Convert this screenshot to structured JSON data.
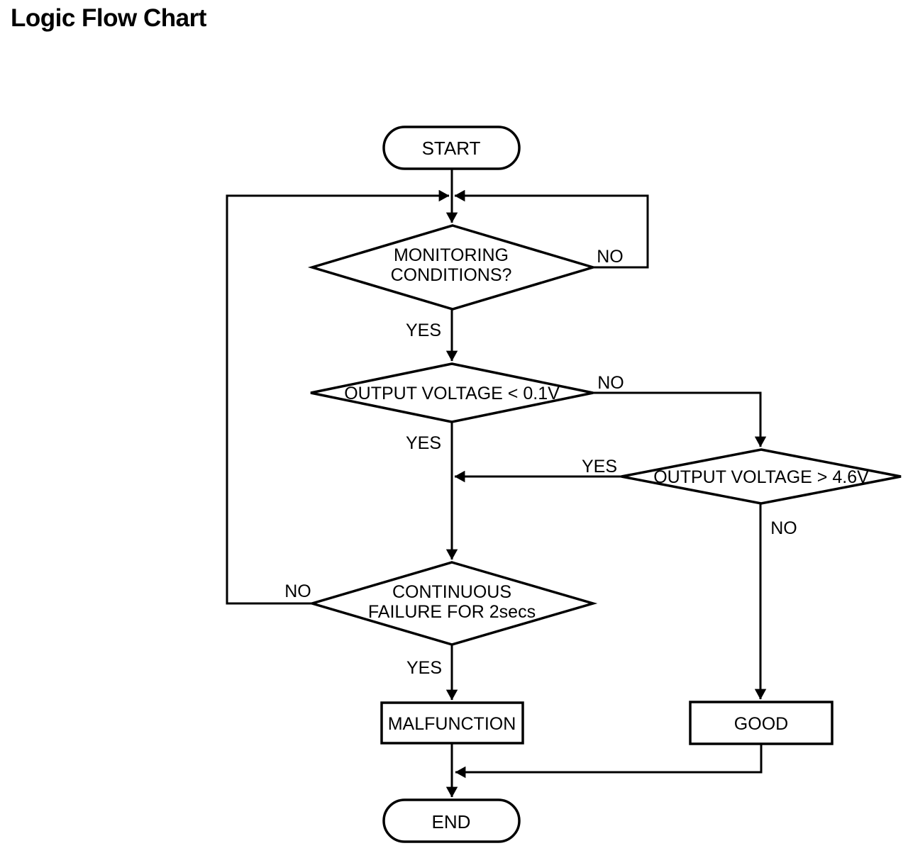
{
  "title": "Logic Flow Chart",
  "colors": {
    "line": "#000000",
    "text": "#000000",
    "background": "#ffffff",
    "shape_fill": "#ffffff"
  },
  "flowchart": {
    "nodes": {
      "start": {
        "type": "terminator",
        "lines": [
          "START"
        ]
      },
      "monitoring": {
        "type": "decision",
        "lines": [
          "MONITORING",
          "CONDITIONS?"
        ]
      },
      "voltage_low": {
        "type": "decision",
        "lines": [
          "OUTPUT VOLTAGE < 0.1V"
        ]
      },
      "voltage_high": {
        "type": "decision",
        "lines": [
          "OUTPUT VOLTAGE > 4.6V"
        ]
      },
      "continuous": {
        "type": "decision",
        "lines": [
          "CONTINUOUS",
          "FAILURE FOR 2secs"
        ]
      },
      "malfunction": {
        "type": "process",
        "lines": [
          "MALFUNCTION"
        ]
      },
      "good": {
        "type": "process",
        "lines": [
          "GOOD"
        ]
      },
      "end": {
        "type": "terminator",
        "lines": [
          "END"
        ]
      }
    },
    "edges": [
      {
        "from": "monitoring",
        "to": "entry-junction",
        "label": "NO"
      },
      {
        "from": "monitoring",
        "to": "voltage_low",
        "label": "YES"
      },
      {
        "from": "voltage_low",
        "to": "voltage_high",
        "label": "NO"
      },
      {
        "from": "voltage_low",
        "to": "continuous",
        "label": "YES"
      },
      {
        "from": "voltage_high",
        "to": "main-line",
        "label": "YES"
      },
      {
        "from": "voltage_high",
        "to": "good",
        "label": "NO"
      },
      {
        "from": "continuous",
        "to": "entry-junction",
        "label": "NO"
      },
      {
        "from": "continuous",
        "to": "malfunction",
        "label": "YES"
      },
      {
        "from": "start",
        "to": "monitoring",
        "label": ""
      },
      {
        "from": "malfunction",
        "to": "end",
        "label": ""
      },
      {
        "from": "good",
        "to": "end",
        "label": ""
      }
    ]
  }
}
